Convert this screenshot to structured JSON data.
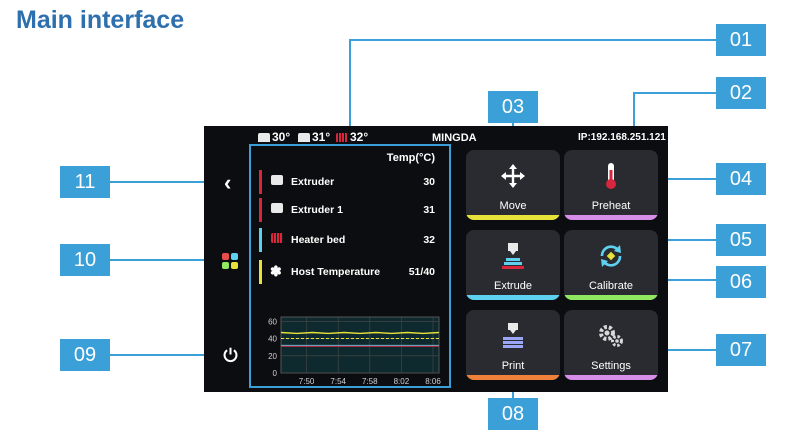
{
  "heading": "Main interface",
  "colors": {
    "blue": "#3b9fd8",
    "heading": "#2e6fad",
    "screen_bg": "#0c0d10",
    "button_bg": "#2a2b30"
  },
  "status": {
    "temps": [
      {
        "icon": "extruder-icon",
        "value": "30°"
      },
      {
        "icon": "extruder-icon",
        "value": "31°"
      },
      {
        "icon": "heater-bed-icon",
        "value": "32°"
      }
    ],
    "title": "MINGDA",
    "ip": "IP:192.168.251.121"
  },
  "temp_panel": {
    "header": "Temp(°C)",
    "rows": [
      {
        "label": "Extruder",
        "value": "30",
        "color": "#d7263d",
        "icon": "extruder-icon"
      },
      {
        "label": "Extruder 1",
        "value": "31",
        "color": "#d7263d",
        "icon": "extruder-icon"
      },
      {
        "label": "Heater bed",
        "value": "32",
        "color": "#5fd1f0",
        "icon": "heater-bed-icon"
      },
      {
        "label": "Host Temperature",
        "value": "51/40",
        "color": "#e6e23a",
        "icon": "gear-icon"
      }
    ]
  },
  "chart_data": {
    "type": "line",
    "x": [
      "7:50",
      "7:54",
      "7:58",
      "8:02",
      "8:06"
    ],
    "yticks": [
      0,
      20,
      40,
      60
    ],
    "ylim": [
      0,
      65
    ],
    "grid": true,
    "series": [
      {
        "values": [
          47,
          46,
          47,
          46,
          47,
          46,
          47,
          46,
          47,
          46,
          47
        ],
        "color": "#e6e23a"
      },
      {
        "values": [
          40,
          40,
          40,
          40,
          40,
          40,
          40,
          40,
          40,
          40,
          40
        ],
        "color": "#e6e23a"
      },
      {
        "values": [
          32,
          32,
          32,
          32,
          32,
          32,
          32,
          32,
          32,
          32,
          32
        ],
        "color": "#5fd1f0"
      },
      {
        "values": [
          31,
          31,
          31,
          31,
          31,
          31,
          31,
          31,
          31,
          31,
          31
        ],
        "color": "#d7263d"
      }
    ]
  },
  "buttons": [
    {
      "label": "Move",
      "accent": "#e6e23a",
      "icon": "move-icon"
    },
    {
      "label": "Preheat",
      "accent": "#d68fe8",
      "icon": "thermometer-icon"
    },
    {
      "label": "Extrude",
      "accent": "#5fd1f0",
      "icon": "extrude-icon"
    },
    {
      "label": "Calibrate",
      "accent": "#8fe85f",
      "icon": "calibrate-icon"
    },
    {
      "label": "Print",
      "accent": "#f0813a",
      "icon": "print-icon"
    },
    {
      "label": "Settings",
      "accent": "#d68fe8",
      "icon": "settings-icon"
    }
  ],
  "side_icons": [
    "back-icon",
    "apps-icon",
    "power-icon"
  ],
  "callouts": [
    "01",
    "02",
    "03",
    "04",
    "05",
    "06",
    "07",
    "08",
    "09",
    "10",
    "11"
  ]
}
